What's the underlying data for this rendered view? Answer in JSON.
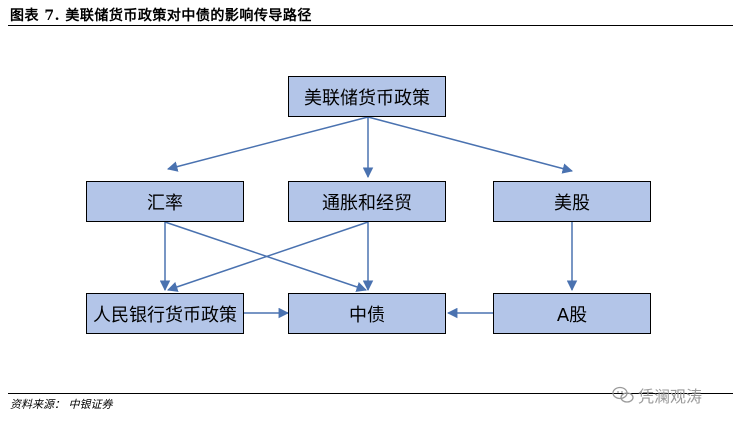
{
  "header": {
    "title": "图表 7. 美联储货币政策对中债的影响传导路径"
  },
  "diagram": {
    "nodes": {
      "fed_policy": "美联储货币政策",
      "fx_rate": "汇率",
      "inflation_trade": "通胀和经贸",
      "us_stocks": "美股",
      "pboc_policy": "人民银行货币政策",
      "china_bonds": "中债",
      "a_shares": "A股"
    },
    "arrow_color": "#4a72b0"
  },
  "footer": {
    "source": "资料来源： 中银证券",
    "watermark": "凭澜观涛"
  }
}
